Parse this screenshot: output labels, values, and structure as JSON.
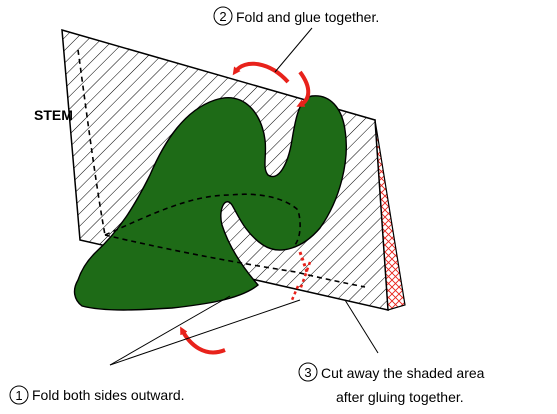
{
  "labels": {
    "stem": "STEM",
    "step2_number": "2",
    "step2_text": "Fold and glue together.",
    "step1_number": "1",
    "step1_text": "Fold both sides outward.",
    "step3_number": "3",
    "step3_line1": "Cut away the shaded area",
    "step3_line2": "after gluing together."
  },
  "colors": {
    "leaf_green": "#1e6b17",
    "arrow_red": "#e8221b",
    "crosshatch_red": "#e8221b",
    "outline": "#000000"
  }
}
